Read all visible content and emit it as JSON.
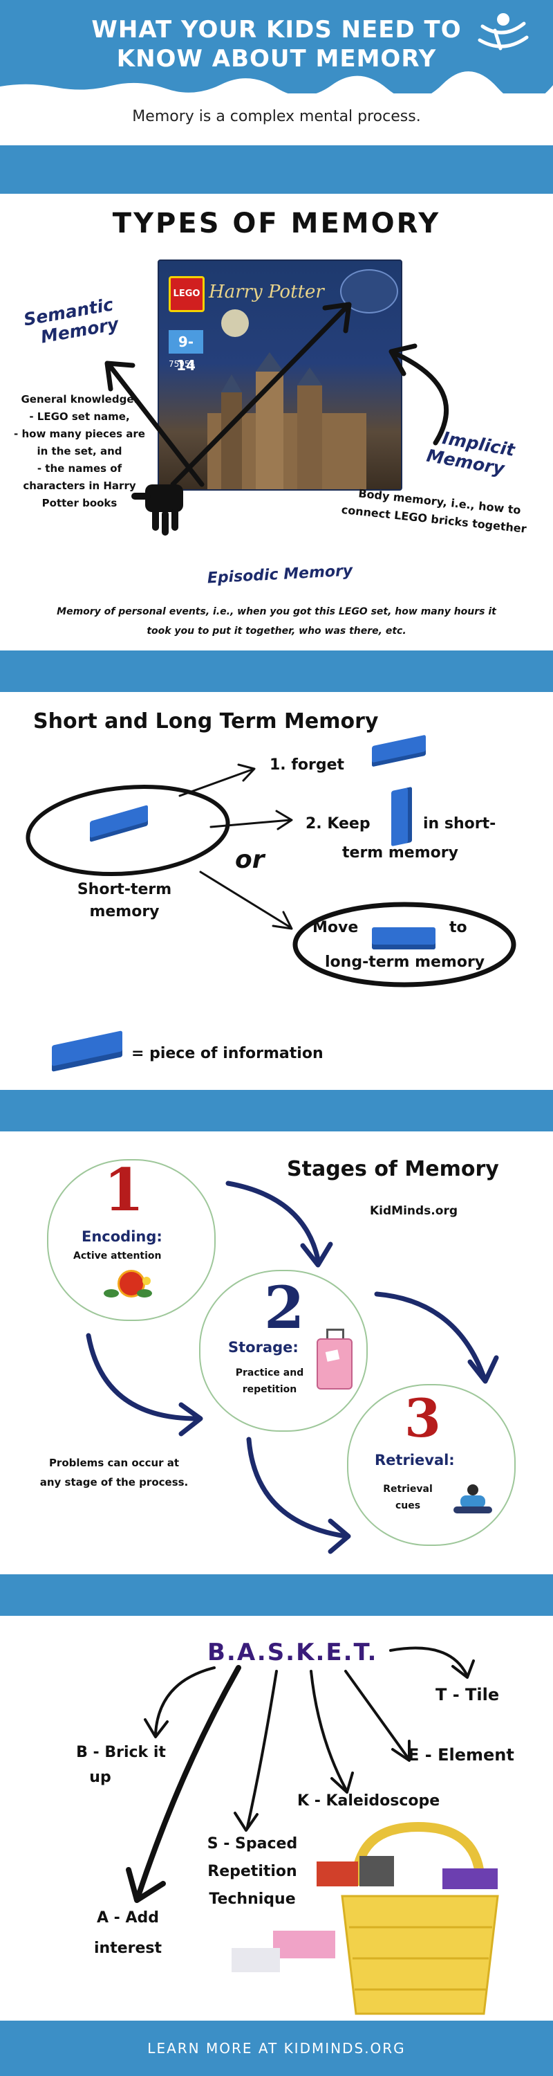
{
  "header": {
    "title_line1": "WHAT YOUR KIDS NEED TO",
    "title_line2": "KNOW ABOUT MEMORY",
    "subtitle": "Memory is a complex mental process."
  },
  "types": {
    "heading": "TYPES OF MEMORY",
    "box_brand": "LEGO",
    "box_title": "Harry Potter",
    "box_age": "9-14",
    "box_set": "75954",
    "semantic_title_1": "Semantic",
    "semantic_title_2": "Memory",
    "semantic_desc": [
      "General knowledge:",
      "- LEGO set name,",
      "- how many pieces are",
      "in the set, and",
      "- the names of",
      "characters in Harry",
      "Potter books"
    ],
    "implicit_title_1": "Implicit",
    "implicit_title_2": "Memory",
    "implicit_desc_1": "Body memory, i.e., how to",
    "implicit_desc_2": "connect LEGO bricks together",
    "episodic_title": "Episodic Memory",
    "episodic_desc_1": "Memory of personal events, i.e., when you got this LEGO set, how many hours it",
    "episodic_desc_2": "took you to put it together, who was there, etc."
  },
  "short_long": {
    "heading": "Short and Long Term Memory",
    "forget": "1.  forget",
    "keep_1": "2. Keep",
    "keep_2": "in short-",
    "keep_3": "term memory",
    "or": "or",
    "short_term_1": "Short-term",
    "short_term_2": "memory",
    "move_1": "Move",
    "move_2": "to",
    "move_3": "long-term  memory",
    "legend": "= piece of information"
  },
  "stages": {
    "heading": "Stages of Memory",
    "site": "KidMinds.org",
    "s1_num": "1",
    "s1_title": "Encoding:",
    "s1_desc": "Active attention",
    "s2_num": "2",
    "s2_title": "Storage:",
    "s2_desc_1": "Practice and",
    "s2_desc_2": "repetition",
    "s3_num": "3",
    "s3_title": "Retrieval:",
    "s3_desc_1": "Retrieval",
    "s3_desc_2": "cues",
    "problems_1": "Problems can occur at",
    "problems_2": "any stage of the process."
  },
  "basket": {
    "heading": "B.A.S.K.E.T.",
    "t": "T - Tile",
    "b_1": "B - Brick it",
    "b_2": "up",
    "e": "E - Element",
    "k": "K - Kaleidoscope",
    "s_1": "S - Spaced",
    "s_2": "Repetition",
    "s_3": "Technique",
    "a_1": "A - Add",
    "a_2": "interest"
  },
  "footer": {
    "text": "LEARN MORE AT KIDMINDS.ORG"
  },
  "colors": {
    "band_blue": "#3c8fc6",
    "navy": "#1c2a6b",
    "purple": "#3a1c7a",
    "brick_blue": "#2f6fd1"
  }
}
